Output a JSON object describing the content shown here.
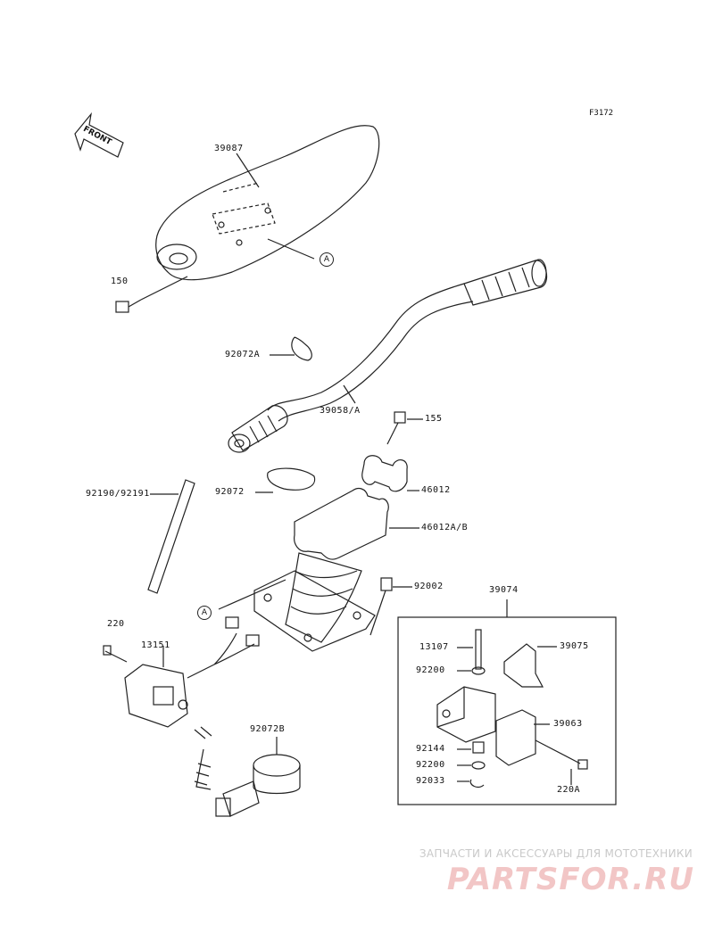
{
  "diagram_code": "F3172",
  "front_label": "FRONT",
  "callout_letter": "A",
  "parts": {
    "p39087": "39087",
    "p150": "150",
    "p92072A": "92072A",
    "p39058A": "39058/A",
    "p155": "155",
    "p46012": "46012",
    "p92072": "92072",
    "p46012AB": "46012A/B",
    "p92190": "92190/92191",
    "p92002": "92002",
    "p39074": "39074",
    "p220": "220",
    "p13151": "13151",
    "p13107": "13107",
    "p39075": "39075",
    "p92200a": "92200",
    "p39063": "39063",
    "p92144": "92144",
    "p92200b": "92200",
    "p92033": "92033",
    "p220A": "220A",
    "p92072B": "92072B"
  },
  "watermark": {
    "line1": "ЗАПЧАСТИ И АКСЕССУАРЫ ДЛЯ МОТОТЕХНИКИ",
    "brand": "PARTSFOR.RU"
  },
  "colors": {
    "line": "#222222",
    "watermark_brand": "#f2c6c6",
    "watermark_text": "#c9c9c9"
  }
}
